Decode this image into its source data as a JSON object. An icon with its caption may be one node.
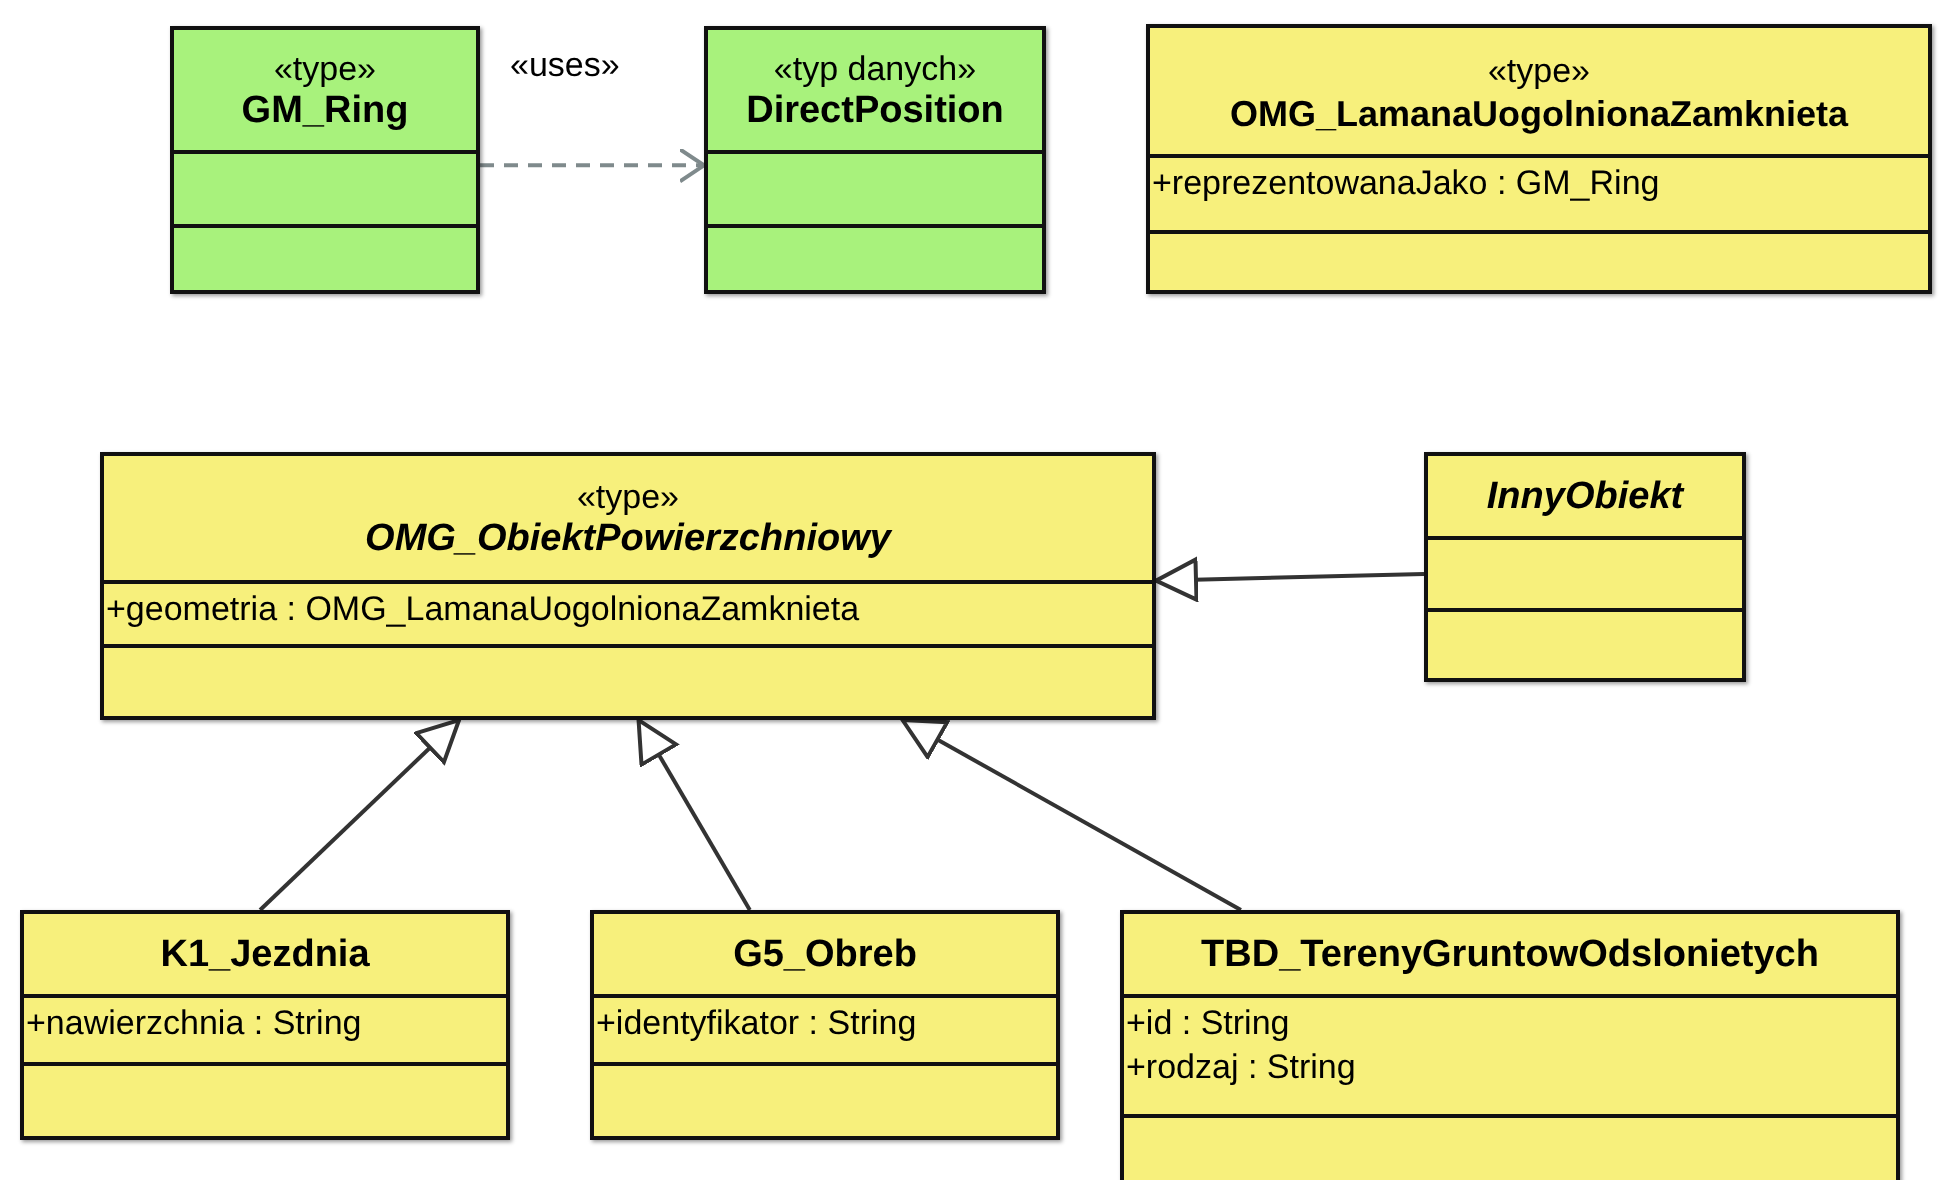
{
  "diagram": {
    "nodes": [
      {
        "text": [
          "«type»",
          "GM_Ring"
        ]
      },
      {
        "text": [
          "«typ danych»",
          "DirectPosition"
        ]
      },
      {
        "text": [
          "«type»",
          "OMG_LamanaUogolnionaZamknieta",
          "+reprezentowanaJako : GM_Ring"
        ]
      },
      {
        "text": [
          "«type»",
          "OMG_ObiektPowierzchniowy",
          "+geometria : OMG_LamanaUogolnionaZamknieta"
        ]
      },
      {
        "text": [
          "InnyObiekt"
        ]
      },
      {
        "text": [
          "K1_Jezdnia",
          "+nawierzchnia : String"
        ]
      },
      {
        "text": [
          "G5_Obreb",
          "+identyfikator : String"
        ]
      },
      {
        "text": [
          "TBD_TerenyGruntowOdslonietych",
          "+id : String",
          "+rodzaj : String"
        ]
      }
    ],
    "edges": [
      {
        "from": 0,
        "to": 1,
        "arrow": "to",
        "label": "«uses»",
        "style": "dashed",
        "color": "#7f8a8c"
      },
      {
        "from": 4,
        "to": 3,
        "arrow": "to"
      },
      {
        "from": 5,
        "to": 3,
        "arrow": "to"
      },
      {
        "from": 6,
        "to": 3,
        "arrow": "to"
      },
      {
        "from": 7,
        "to": 3,
        "arrow": "to"
      }
    ]
  }
}
